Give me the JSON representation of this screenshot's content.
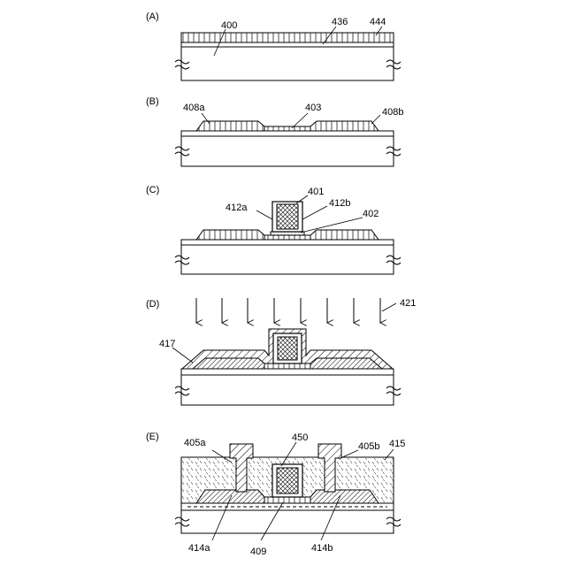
{
  "panels": {
    "A": {
      "label": "(A)",
      "refs": {
        "r400": "400",
        "r436": "436",
        "r444": "444"
      }
    },
    "B": {
      "label": "(B)",
      "refs": {
        "r408a": "408a",
        "r403": "403",
        "r408b": "408b"
      }
    },
    "C": {
      "label": "(C)",
      "refs": {
        "r401": "401",
        "r412a": "412a",
        "r412b": "412b",
        "r402": "402"
      }
    },
    "D": {
      "label": "(D)",
      "refs": {
        "r421": "421",
        "r417": "417"
      }
    },
    "E": {
      "label": "(E)",
      "refs": {
        "r405a": "405a",
        "r450": "450",
        "r405b": "405b",
        "r415": "415",
        "r414a": "414a",
        "r409": "409",
        "r414b": "414b"
      }
    }
  }
}
